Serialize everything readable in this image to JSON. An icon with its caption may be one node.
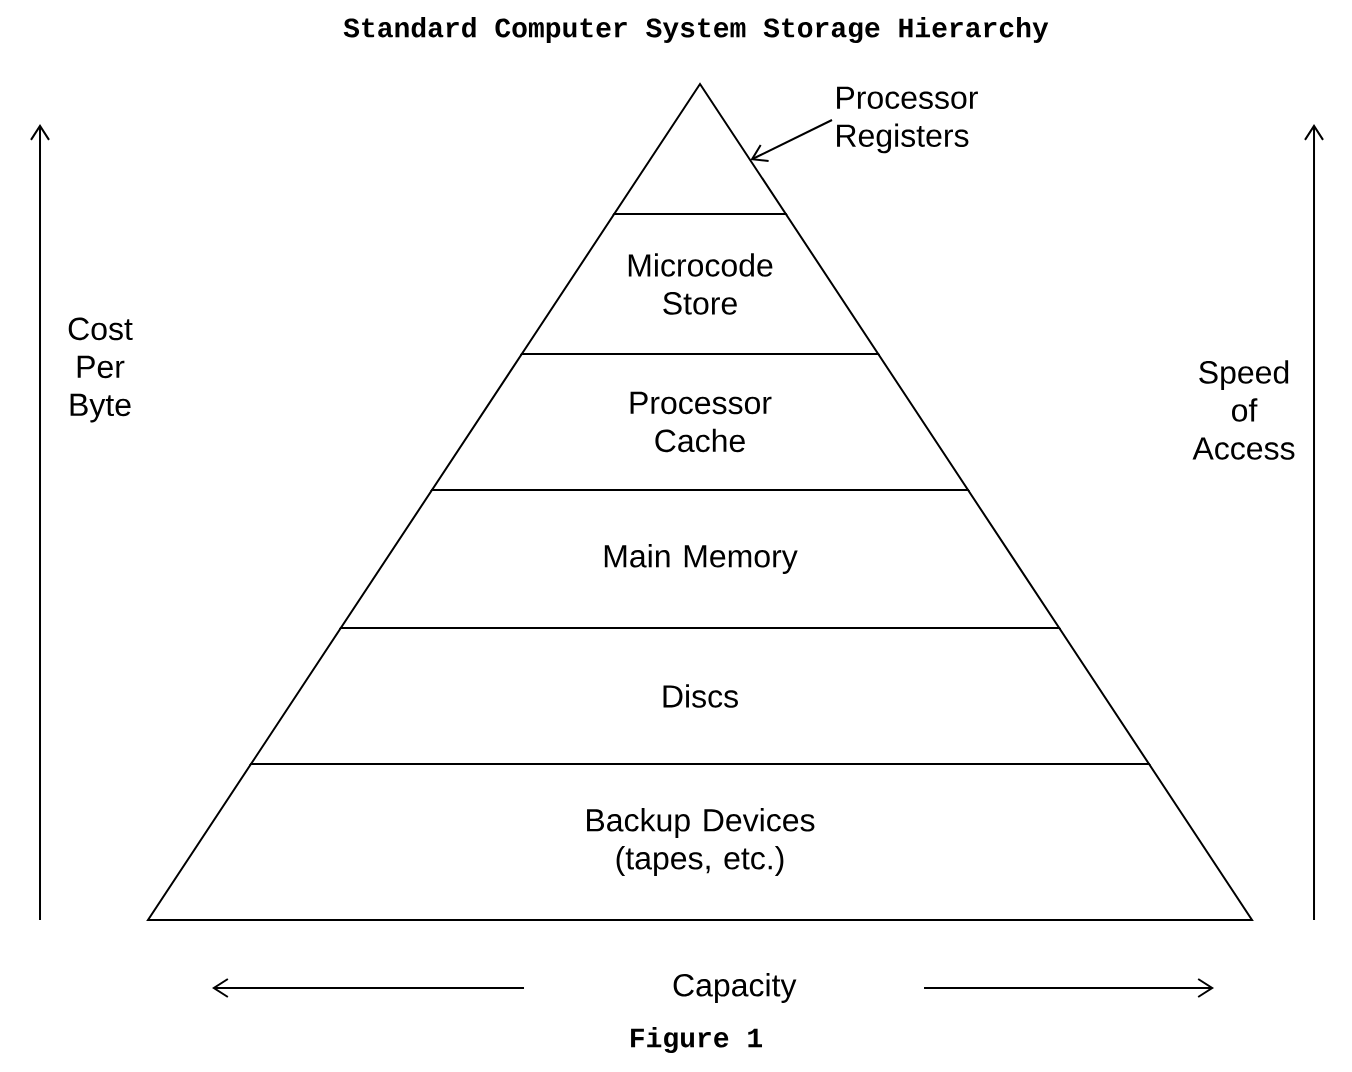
{
  "diagram": {
    "title": "Standard Computer System Storage Hierarchy",
    "caption": "Figure 1",
    "nodes": [
      {
        "text": [
          "Processor Registers"
        ]
      },
      {
        "text": [],
        "shape": "triangle"
      },
      {
        "text": [
          "Microcode Store"
        ]
      },
      {
        "text": [
          "Processor Cache"
        ]
      },
      {
        "text": [
          "Main Memory"
        ]
      },
      {
        "text": [
          "Discs"
        ]
      },
      {
        "text": [
          "Backup Devices (tapes, etc.)"
        ]
      }
    ],
    "edges": [
      {
        "from": 0,
        "to": 1,
        "arrow": "to"
      }
    ],
    "labels": [
      "Cost Per Byte",
      "Speed of Access",
      "Capacity"
    ]
  }
}
